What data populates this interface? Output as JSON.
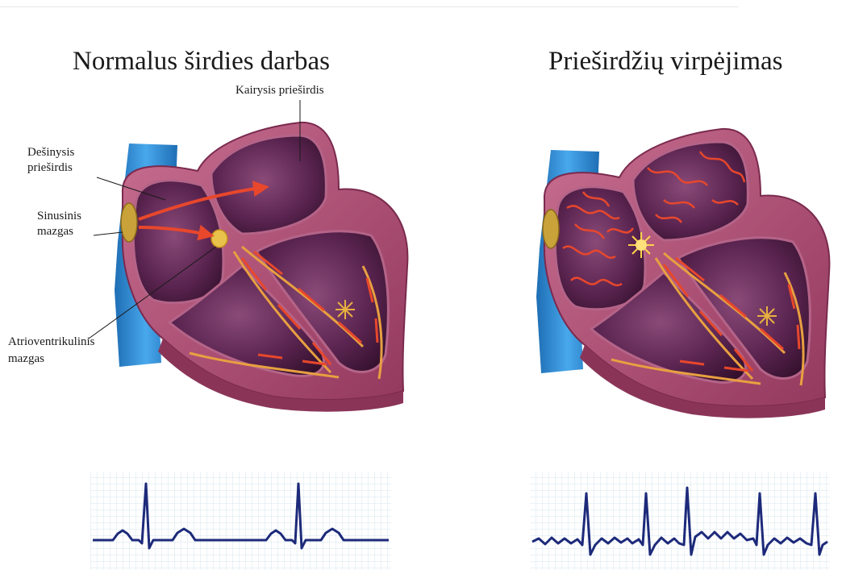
{
  "panels": {
    "normal": {
      "title": "Normalus širdies darbas",
      "labels": {
        "left_atrium": "Kairysis prieširdis",
        "right_atrium_line1": "Dešinysis",
        "right_atrium_line2": "prieširdis",
        "sinus_node_line1": "Sinusinis",
        "sinus_node_line2": "mazgas",
        "av_node_line1": "Atrioventrikulinis",
        "av_node_line2": "mazgas"
      }
    },
    "afib": {
      "title": "Prieširdžių virpėjimas"
    }
  },
  "colors": {
    "heart_wall": "#b4587a",
    "heart_dark": "#3e1838",
    "vessel": "#2f8fd6",
    "signal": "#e8472c",
    "node": "#e8c24a",
    "ecg_line": "#1d2a7a",
    "ecg_grid": "#d5e6ec"
  },
  "icons": {
    "normal_heart": "heart-conduction-normal",
    "afib_heart": "heart-conduction-afib"
  }
}
